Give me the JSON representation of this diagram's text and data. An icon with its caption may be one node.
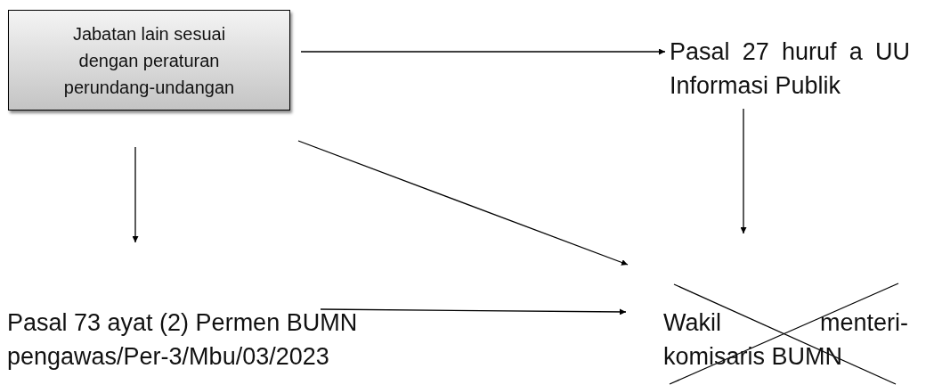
{
  "diagram": {
    "nodes": [
      {
        "text": [
          "Jabatan lain sesuai dengan peraturan perundang-undangan"
        ]
      },
      {
        "text": [
          "Pasal 27 huruf a UU Informasi Publik"
        ]
      },
      {
        "text": [
          "Pasal 73 ayat (2) Permen BUMN pengawas/Per-3/Mbu/03/2023"
        ]
      },
      {
        "text": [
          "Wakil menteri-komisaris BUMN"
        ]
      }
    ],
    "edges": [
      {
        "from": 0,
        "to": 1,
        "arrow": "to"
      },
      {
        "from": 0,
        "to": 2,
        "arrow": "to"
      },
      {
        "from": 0,
        "to": 3,
        "arrow": "to"
      },
      {
        "from": 1,
        "to": 3,
        "arrow": "to"
      },
      {
        "from": 2,
        "to": 3,
        "arrow": "to"
      }
    ]
  }
}
